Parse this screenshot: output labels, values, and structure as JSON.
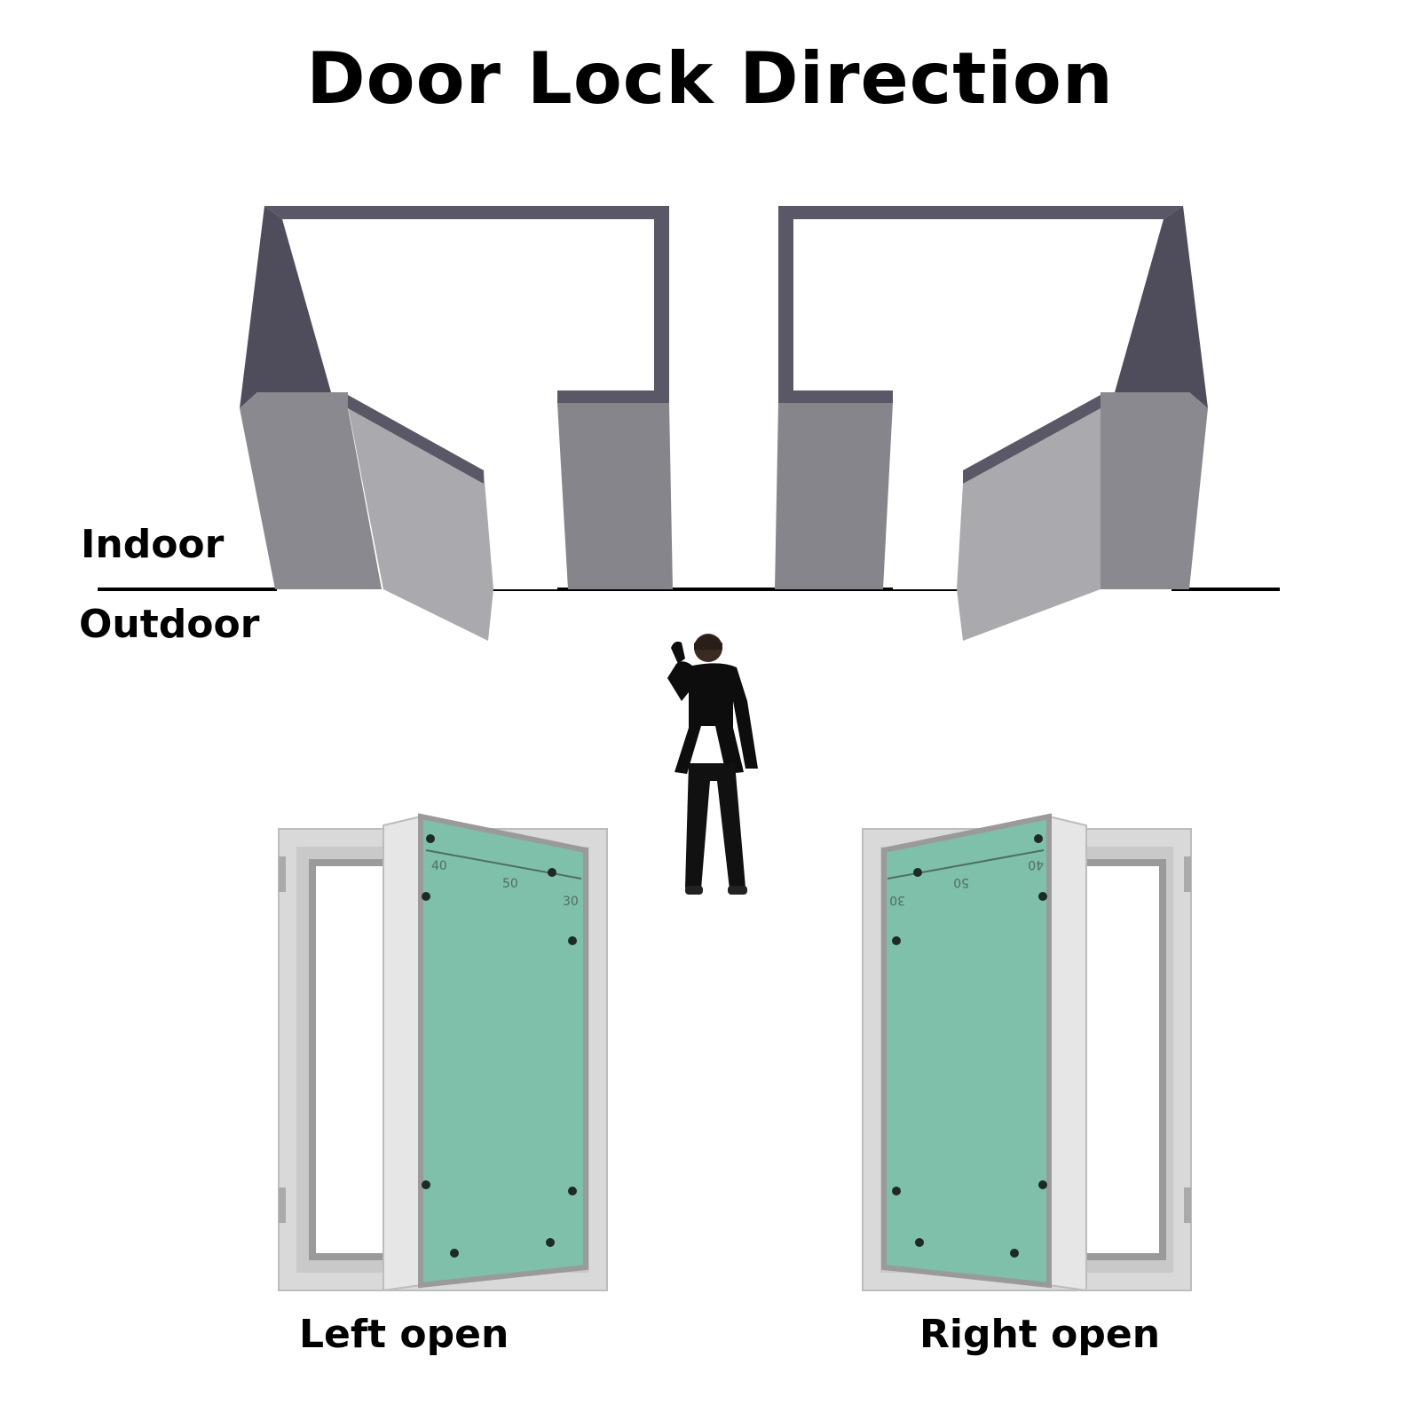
{
  "title": "Door Lock Direction",
  "plan": {
    "indoor_label": "Indoor",
    "outdoor_label": "Outdoor"
  },
  "panels": [
    {
      "caption": "Left open",
      "ruler_marks": [
        "40",
        "50",
        "30"
      ]
    },
    {
      "caption": "Right open",
      "ruler_marks": [
        "40",
        "50",
        "30"
      ]
    }
  ],
  "colors": {
    "wall_top": "#5a5866",
    "wall_side": "#86858b",
    "door_leaf": "#aaa9ae",
    "panel_board": "#7ec0a9",
    "frame": "#d9d9d9",
    "floor_line": "#000000",
    "text": "#000000"
  }
}
